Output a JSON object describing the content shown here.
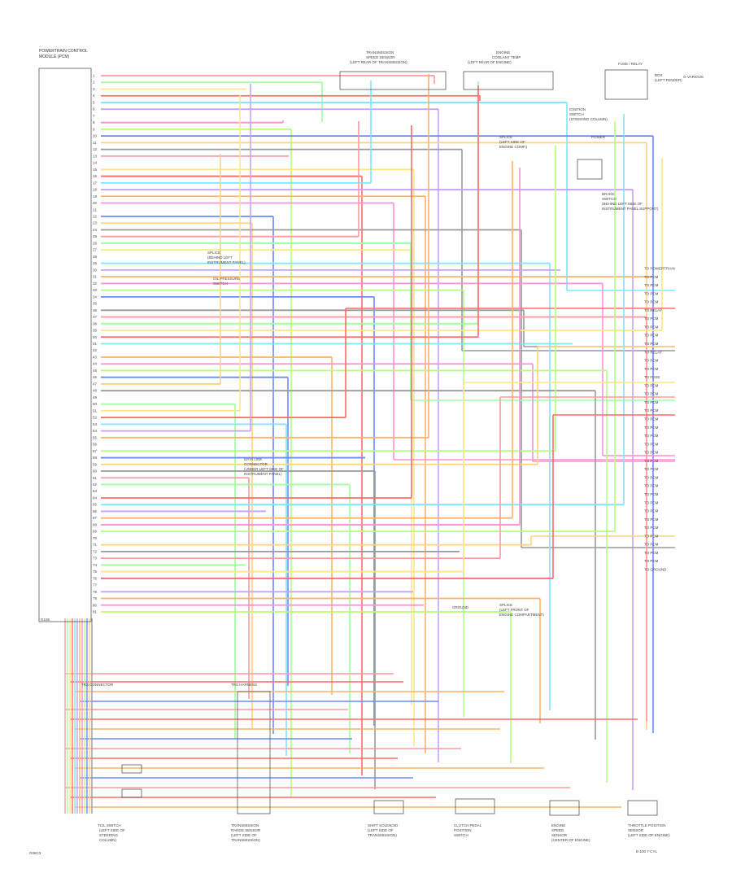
{
  "pcm": {
    "title_lines": [
      "POWERTRAIN CONTROL",
      "MODULE (PCM)"
    ],
    "bottom_pin": "G106",
    "pins": [
      "1",
      "2",
      "3",
      "4",
      "5",
      "6",
      "7",
      "8",
      "9",
      "10",
      "11",
      "12",
      "13",
      "14",
      "15",
      "16",
      "17",
      "18",
      "19",
      "20",
      "21",
      "22",
      "23",
      "24",
      "25",
      "26",
      "27",
      "28",
      "29",
      "30",
      "31",
      "32",
      "33",
      "34",
      "35",
      "36",
      "37",
      "38",
      "39",
      "40",
      "41",
      "42",
      "43",
      "44",
      "45",
      "46",
      "47",
      "48",
      "49",
      "50",
      "51",
      "52",
      "53",
      "54",
      "55",
      "56",
      "57",
      "58",
      "59",
      "60",
      "61",
      "62",
      "63",
      "64",
      "65",
      "66",
      "67",
      "68",
      "69",
      "70",
      "71",
      "72",
      "73",
      "74",
      "75",
      "76",
      "77",
      "78",
      "79",
      "80",
      "81"
    ]
  },
  "top_components": {
    "trans_temp": [
      "TRANSMISSION",
      "SPEED SENSOR",
      "(LEFT REAR OF TRANSMISSION)"
    ],
    "engine_temp": [
      "ENGINE",
      "COOLANT TEMP",
      "(LEFT REAR OF ENGINE)"
    ],
    "fuse": [
      "FUSE / RELAY",
      "BOX",
      "(LEFT FENDER)"
    ],
    "ignition": [
      "IGNITION",
      "SWITCH",
      "(STEERING COLUMN)"
    ],
    "brake": [
      "BRAKE",
      "SWITCH",
      "(BEHIND LEFT SIDE OF",
      "INSTRUMENT PANEL SUPPORT)"
    ],
    "splice1": [
      "SPLICE",
      "(LEFT SIDE OF",
      "ENGINE COMP.)"
    ],
    "splice2": [
      "SPLICE",
      "(BEHIND LEFT",
      "INSTRUMENT PANEL)"
    ],
    "sensor": [
      "OIL PRESSURE",
      "SWITCH"
    ],
    "ground": [
      "G-VARIOUS"
    ],
    "power": [
      "POWER"
    ]
  },
  "middle_notes": {
    "connector": [
      "DATA LINK",
      "CONNECTOR",
      "(UNDER LEFT SIDE OF",
      "INSTRUMENT PANEL)"
    ],
    "ground_splice": [
      "SPLICE",
      "(LEFT FRONT OF",
      "ENGINE COMPARTMENT)"
    ],
    "ground_label": "GROUND"
  },
  "bottom_components": {
    "c1": {
      "title": "TCIL SWITCH",
      "lines": [
        "(LEFT SIDE OF",
        "STEERING",
        "COLUMN)"
      ]
    },
    "c2": {
      "title": "TRANSMISSION",
      "lines": [
        "RANGE SENSOR",
        "(LEFT SIDE OF",
        "TRANSMISSION)"
      ]
    },
    "c3": {
      "title": "SHIFT SOLENOID",
      "lines": [
        "(LEFT SIDE OF",
        "TRANSMISSION)"
      ]
    },
    "c4": {
      "title": "CLUTCH PEDAL",
      "lines": [
        "POSITION",
        "SWITCH"
      ]
    },
    "c5": {
      "title": "ENGINE",
      "lines": [
        "SPEED",
        "SENSOR",
        "(CENTER OF ENGINE)"
      ]
    },
    "c6": {
      "title": "THROTTLE POSITION",
      "lines": [
        "SENSOR",
        "(LEFT SIDE OF ENGINE)"
      ]
    }
  },
  "connector_headers": [
    "TRS CONNECTOR",
    "TRS HARNESS"
  ],
  "right_labels": [
    "TO POWERTRAIN",
    "TO PCM",
    "TO PCM",
    "TO PCM",
    "TO PCM",
    "TO RELAY",
    "TO PCM",
    "TO PCM",
    "TO PCM",
    "TO PCM",
    "TO RELAY",
    "TO PCM",
    "TO PCM",
    "TO FUSE",
    "TO PCM",
    "TO PCM",
    "TO PCM",
    "TO PCM",
    "TO PCM",
    "TO PCM",
    "TO PCM",
    "TO PCM",
    "TO PCM",
    "TO PCM",
    "TO PCM",
    "TO PCM",
    "TO PCM",
    "TO PCM",
    "TO PCM",
    "TO PCM",
    "TO PCM",
    "TO PCM",
    "TO PCM",
    "TO PCM",
    "TO PCM",
    "TO PCM",
    "TO GROUND"
  ],
  "footer": {
    "code": "G06C3",
    "page_ref": "E-100 7-CYL"
  },
  "wire_colors": [
    "#ff9aa2",
    "#9dff9d",
    "#ffe58a",
    "#ff6b6b",
    "#7fe5ff",
    "#c8a2ff",
    "#ffb366",
    "#ff8fd6",
    "#b5ff7a",
    "#6b8cff",
    "#ffd27f",
    "#9a9a9a"
  ]
}
